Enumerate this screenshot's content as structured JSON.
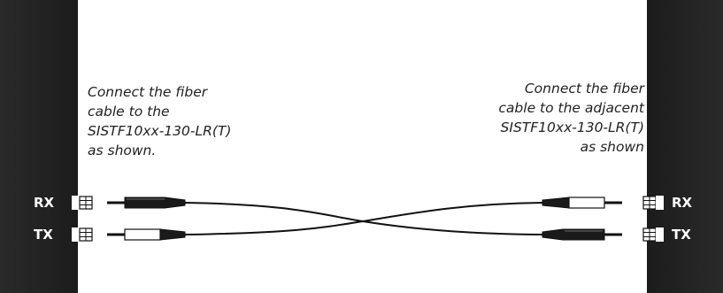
{
  "ports": {
    "left": {
      "rx": "RX",
      "tx": "TX"
    },
    "right": {
      "rx": "RX",
      "tx": "TX"
    }
  },
  "captions": {
    "left": [
      "Connect the fiber",
      "cable to the",
      "SISTF10xx-130-LR(T)",
      "as shown."
    ],
    "right": [
      "Connect the fiber",
      "cable to the adjacent",
      "SISTF10xx-130-LR(T)",
      "as shown"
    ]
  },
  "colors": {
    "device_panel": "#202020",
    "cable": "#111111",
    "connector_dark": "#1a1a1a",
    "connector_light": "#ffffff",
    "port_label": "#ffffff"
  },
  "connector_colors": {
    "left_rx": "dark",
    "left_tx": "light",
    "right_rx": "light",
    "right_tx": "dark"
  }
}
